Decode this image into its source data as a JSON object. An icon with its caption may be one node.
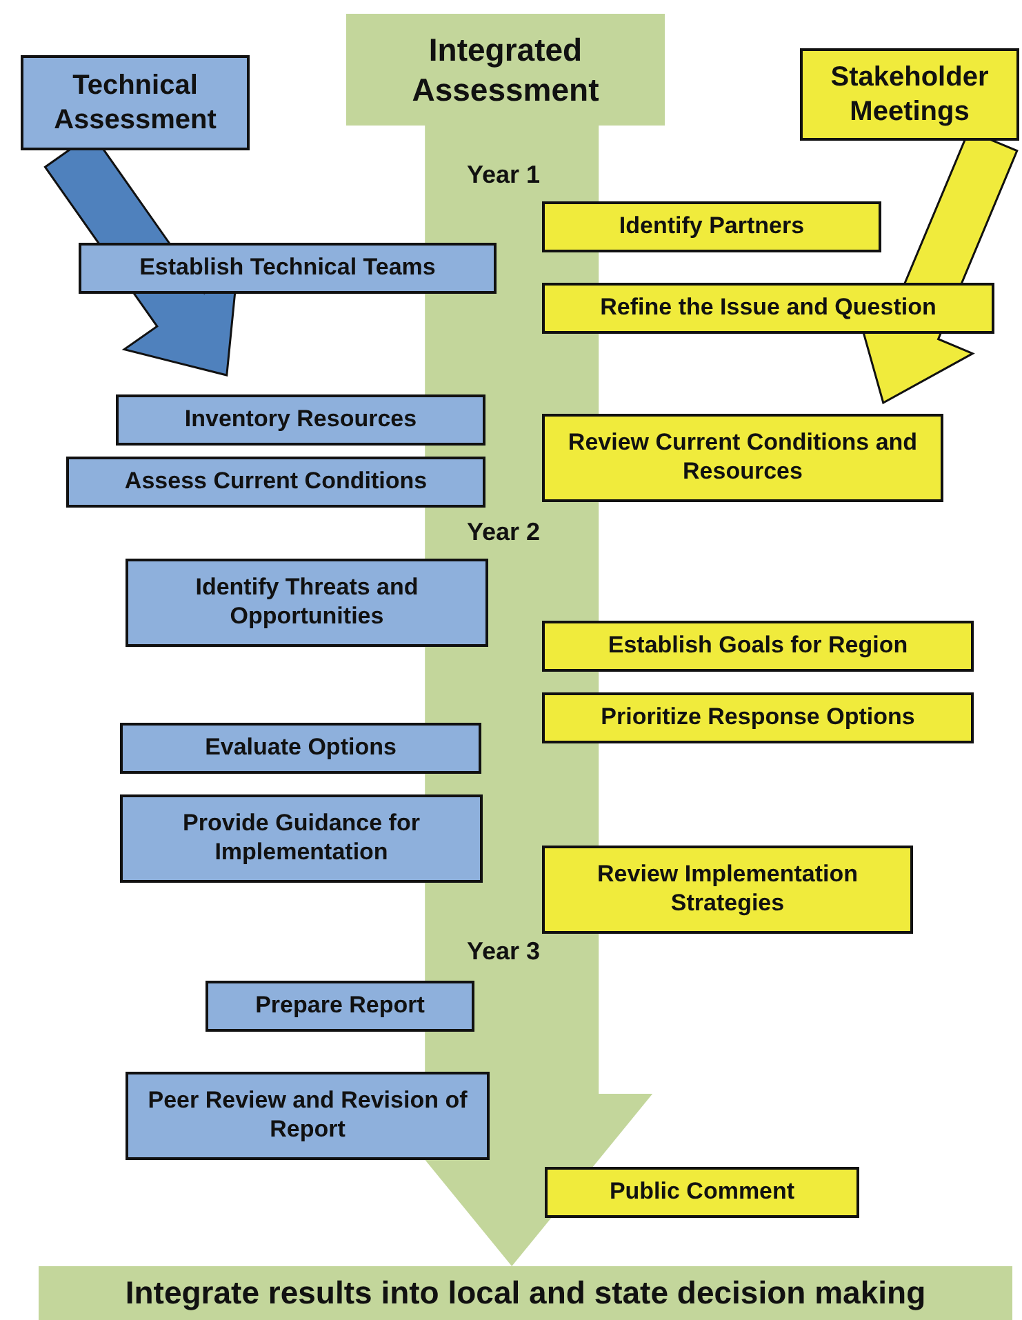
{
  "diagram": {
    "nodes": [
      {
        "text": [
          "Technical Assessment"
        ]
      },
      {
        "text": [
          "Integrated Assessment"
        ]
      },
      {
        "text": [
          "Stakeholder Meetings"
        ]
      },
      {
        "text": [
          "Identify Partners"
        ]
      },
      {
        "text": [
          "Establish Technical Teams"
        ]
      },
      {
        "text": [
          "Refine the Issue and Question"
        ]
      },
      {
        "text": [
          "Inventory Resources"
        ]
      },
      {
        "text": [
          "Review Current Conditions and Resources"
        ]
      },
      {
        "text": [
          "Assess Current Conditions"
        ]
      },
      {
        "text": [
          "Identify Threats and Opportunities"
        ]
      },
      {
        "text": [
          "Establish Goals for Region"
        ]
      },
      {
        "text": [
          "Prioritize Response Options"
        ]
      },
      {
        "text": [
          "Evaluate Options"
        ]
      },
      {
        "text": [
          "Provide Guidance for Implementation"
        ]
      },
      {
        "text": [
          "Review Implementation Strategies"
        ]
      },
      {
        "text": [
          "Prepare Report"
        ]
      },
      {
        "text": [
          "Peer Review and Revision of Report"
        ]
      },
      {
        "text": [
          "Public Comment"
        ]
      },
      {
        "text": [
          "Integrate results into local and state decision making"
        ]
      }
    ],
    "edges": [
      {
        "from": 0,
        "to": 6,
        "arrow": "to",
        "style": "thick",
        "color": "#4f81bd"
      },
      {
        "from": 2,
        "to": 7,
        "arrow": "to",
        "style": "thick",
        "color": "#f0eb3c"
      },
      {
        "from": 1,
        "to": 18,
        "arrow": "to",
        "style": "thick",
        "color": "#c3d69b"
      }
    ],
    "labels": [
      "Year 1",
      "Year 2",
      "Year 3"
    ]
  }
}
